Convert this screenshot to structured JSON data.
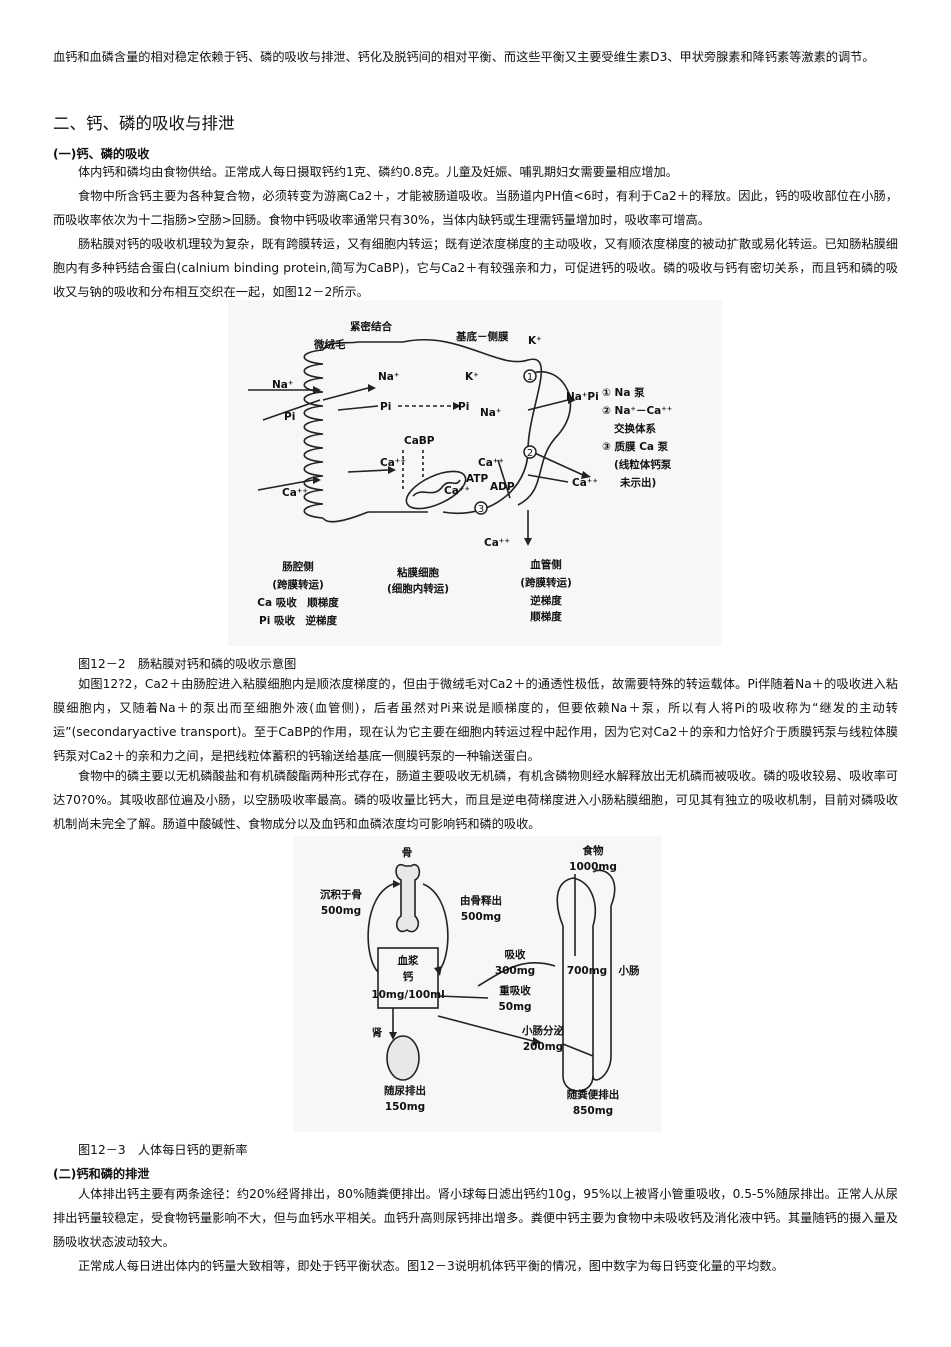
{
  "intro": "血钙和血磷含量的相对稳定依赖于钙、磷的吸收与排泄、钙化及脱钙间的相对平衡、而这些平衡又主要受维生素D3、甲状旁腺素和降钙素等激素的调节。",
  "section2_title": "二、钙、磷的吸收与排泄",
  "sub1_title": "(一)钙、磷的吸收",
  "para_intake": "体内钙和磷均由食物供给。正常成人每日摄取钙约1克、磷约0.8克。儿童及妊娠、哺乳期妇女需要量相应增加。",
  "para_absorb_site": "食物中所含钙主要为各种复合物，必须转变为游离Ca2＋，才能被肠道吸收。当肠道内PH值<6时，有利于Ca2＋的释放。因此，钙的吸收部位在小肠，而吸收率依次为十二指肠>空肠>回肠。食物中钙吸收率通常只有30%，当体内缺钙或生理需钙量增加时，吸收率可增高。",
  "para_mechanism": "肠粘膜对钙的吸收机理较为复杂，既有跨膜转运，又有细胞内转运；既有逆浓度梯度的主动吸收，又有顺浓度梯度的被动扩散或易化转运。已知肠粘膜细胞内有多种钙结合蛋白(calnium binding protein,简写为CaBP)，它与Ca2＋有较强亲和力，可促进钙的吸收。磷的吸收与钙有密切关系，而且钙和磷的吸收又与钠的吸收和分布相互交织在一起，如图12－2所示。",
  "fig1": {
    "caption": "图12－2　肠粘膜对钙和磷的吸收示意图",
    "labels": {
      "tight_junction": "紧密结合",
      "microvilli": "微绒毛",
      "basolateral": "基底－侧膜",
      "k_top": "K⁺",
      "na_left": "Na⁺",
      "pi_left": "Pi",
      "na_mid": "Na⁺",
      "pi_mid": "Pi",
      "pi_mid2": "Pi",
      "k_mid": "K⁺",
      "na_mid2": "Na⁺",
      "na_pi_right": "Na⁺Pi",
      "cabp": "CaBP",
      "ca_mid": "Ca⁺⁺",
      "ca_right1": "Ca⁺⁺",
      "ca_right2": "Ca⁺⁺",
      "atp": "ATP",
      "adp": "ADP",
      "ca_mito": "Ca⁺⁺",
      "ca_left": "Ca⁺⁺",
      "ca_bottom": "Ca⁺⁺",
      "num1": "1",
      "num2": "2",
      "num3": "3",
      "legend1": "① Na 泵",
      "legend2": "② Na⁺－Ca⁺⁺",
      "legend2b": "交换体系",
      "legend3": "③ 质膜 Ca 泵",
      "legend3b": "(线粒体钙泵",
      "legend3c": "未示出)",
      "lumen1": "肠腔侧",
      "lumen2": "(跨膜转运)",
      "lumen3": "Ca 吸收　顺梯度",
      "lumen4": "Pi 吸收　逆梯度",
      "cell1": "粘膜细胞",
      "cell2": "(细胞内转运)",
      "blood1": "血管侧",
      "blood2": "(跨膜转运)",
      "blood3": "逆梯度",
      "blood4": "顺梯度"
    }
  },
  "para_fig_explain": "如图12?2，Ca2＋由肠腔进入粘膜细胞内是顺浓度梯度的，但由于微绒毛对Ca2＋的通透性极低，故需要特殊的转运载体。Pi伴随着Na＋的吸收进入粘膜细胞内，又随着Na＋的泵出而至细胞外液(血管侧)，后者虽然对Pi来说是顺梯度的，但要依赖Na＋泵，所以有人将Pi的吸收称为“继发的主动转运”(secondaryactive transport)。至于CaBP的作用，现在认为它主要在细胞内转运过程中起作用，因为它对Ca2＋的亲和力恰好介于质膜钙泵与线粒体膜钙泵对Ca2＋的亲和力之间，是把线粒体蓄积的钙输送给基底一侧膜钙泵的一种输送蛋白。",
  "para_phosphorus": "食物中的磷主要以无机磷酸盐和有机磷酸酯两种形式存在，肠道主要吸收无机磷，有机含磷物则经水解释放出无机磷而被吸收。磷的吸收较易、吸收率可达70?0%。其吸收部位遍及小肠，以空肠吸收率最高。磷的吸收量比钙大，而且是逆电荷梯度进入小肠粘膜细胞，可见其有独立的吸收机制，目前对磷吸收机制尚未完全了解。肠道中酸碱性、食物成分以及血钙和血磷浓度均可影响钙和磷的吸收。",
  "fig2": {
    "caption": "图12－3　人体每日钙的更新率",
    "labels": {
      "bone": "骨",
      "deposit1": "沉积于骨",
      "deposit2": "500mg",
      "release1": "由骨释出",
      "release2": "500mg",
      "plasma1": "血浆",
      "plasma2": "钙",
      "plasma3": "10mg/100ml",
      "food1": "食物",
      "food2": "1000mg",
      "absorb1": "吸收",
      "absorb2": "300mg",
      "reabsorb1": "重吸收",
      "reabsorb2": "50mg",
      "gut_amount": "700mg",
      "gut_name": "小肠",
      "secrete1": "小肠分泌",
      "secrete2": "200mg",
      "kidney": "肾",
      "urine1": "随尿排出",
      "urine2": "150mg",
      "feces1": "随粪便排出",
      "feces2": "850mg"
    }
  },
  "sub2_title": "(二)钙和磷的排泄",
  "para_excretion": "人体排出钙主要有两条途径：约20%经肾排出，80%随粪便排出。肾小球每日滤出钙约10g，95%以上被肾小管重吸收，0.5-5%随尿排出。正常人从尿排出钙量较稳定，受食物钙量影响不大，但与血钙水平相关。血钙升高则尿钙排出增多。粪便中钙主要为食物中未吸收钙及消化液中钙。其量随钙的摄入量及肠吸收状态波动较大。",
  "para_balance": "正常成人每日进出体内的钙量大致相等，即处于钙平衡状态。图12－3说明机体钙平衡的情况，图中数字为每日钙变化量的平均数。"
}
